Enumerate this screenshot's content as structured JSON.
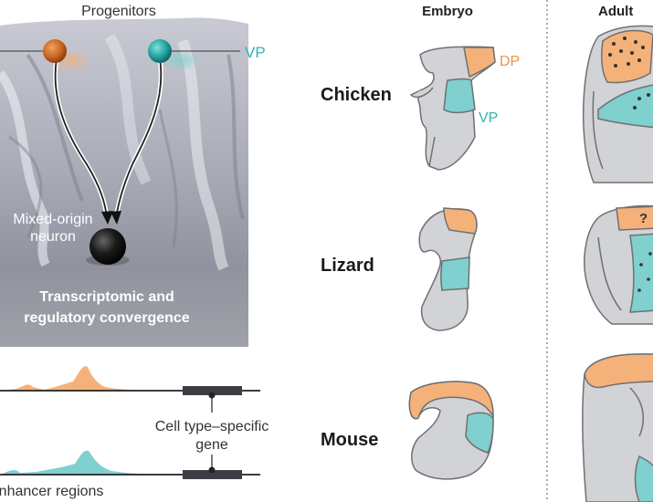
{
  "title_progenitors": "Progenitors",
  "label_vp_left": "VP",
  "neuron_line1": "Mixed-origin",
  "neuron_line2": "neuron",
  "convergence_line1": "Transcriptomic and",
  "convergence_line2": "regulatory convergence",
  "gene_line1": "Cell type–specific",
  "gene_line2": "gene",
  "enhancer_label": "Enhancer regions",
  "header_embryo": "Embryo",
  "header_adult": "Adult",
  "species": [
    "Chicken",
    "Lizard",
    "Mouse"
  ],
  "label_dp": "DP",
  "label_vp_chicken": "VP",
  "question_mark": "?",
  "colors": {
    "dp_orange": "#f4b27a",
    "vp_teal": "#7fd0cf",
    "tissue_gray": "#d2d3d6",
    "outline": "#6f7073",
    "dp_text": "#e8954e",
    "vp_text": "#2fb4b4",
    "progenitor_orange": "#c8641e",
    "progenitor_teal": "#1f9f9c",
    "neuron_black": "#111111"
  }
}
